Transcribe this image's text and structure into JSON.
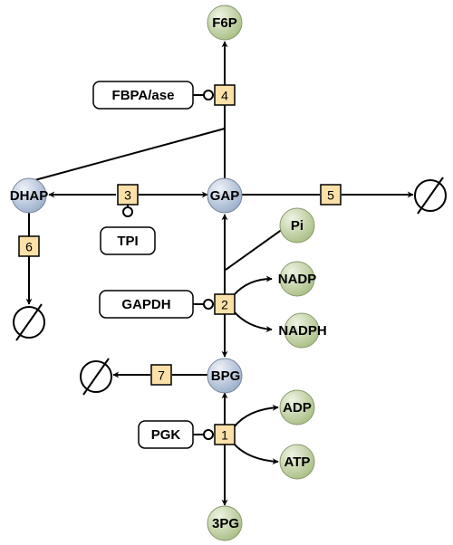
{
  "metabolites": {
    "f6p": "F6P",
    "dhap": "DHAP",
    "gap": "GAP",
    "pi": "Pi",
    "nadp": "NADP",
    "nadph": "NADPH",
    "bpg": "BPG",
    "adp": "ADP",
    "atp": "ATP",
    "pg3": "3PG"
  },
  "enzymes": {
    "fbpase": "FBPA/ase",
    "tpi": "TPI",
    "gapdh": "GAPDH",
    "pgk": "PGK"
  },
  "reactions": {
    "r1": "1",
    "r2": "2",
    "r3": "3",
    "r4": "4",
    "r5": "5",
    "r6": "6",
    "r7": "7"
  },
  "sink_symbol": "∅",
  "colors": {
    "species_blue": "#b8c6dc",
    "species_green": "#c6d5a8",
    "reaction_box": "#fbe0a8",
    "stroke": "#000000"
  }
}
